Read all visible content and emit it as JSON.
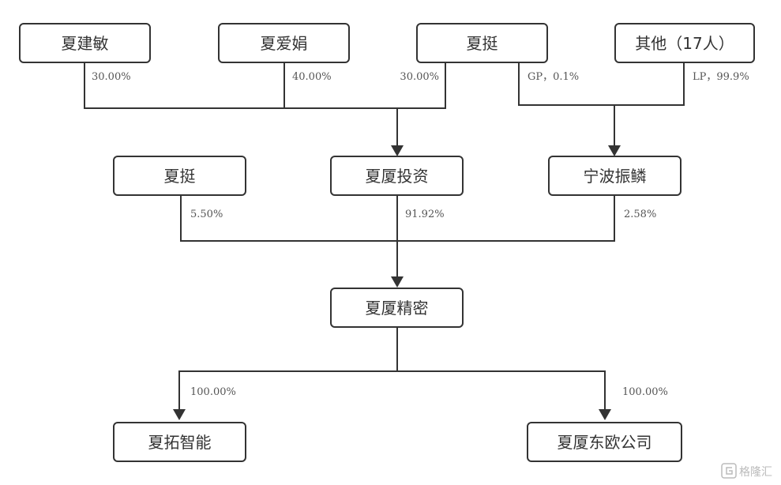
{
  "nodes": {
    "xia_jianmin": "夏建敏",
    "xia_aijuan": "夏爱娟",
    "xia_ting_top": "夏挺",
    "others": "其他（17人）",
    "xia_ting_mid": "夏挺",
    "xiasha_investment": "夏厦投资",
    "ningbo_zhenlin": "宁波振鳞",
    "xiasha_precision": "夏厦精密",
    "xiatuo_intelligent": "夏拓智能",
    "xiasha_dongou": "夏厦东欧公司"
  },
  "edges": {
    "jianmin_to_investment": "30.00%",
    "aijuan_to_investment": "40.00%",
    "ting_to_investment": "30.00%",
    "ting_to_zhenlin": "GP，0.1%",
    "others_to_zhenlin": "LP，99.9%",
    "ting_to_precision": "5.50%",
    "investment_to_precision": "91.92%",
    "zhenlin_to_precision": "2.58%",
    "precision_to_xiatuo": "100.00%",
    "precision_to_dongou": "100.00%"
  },
  "watermark": {
    "text": "格隆汇"
  }
}
